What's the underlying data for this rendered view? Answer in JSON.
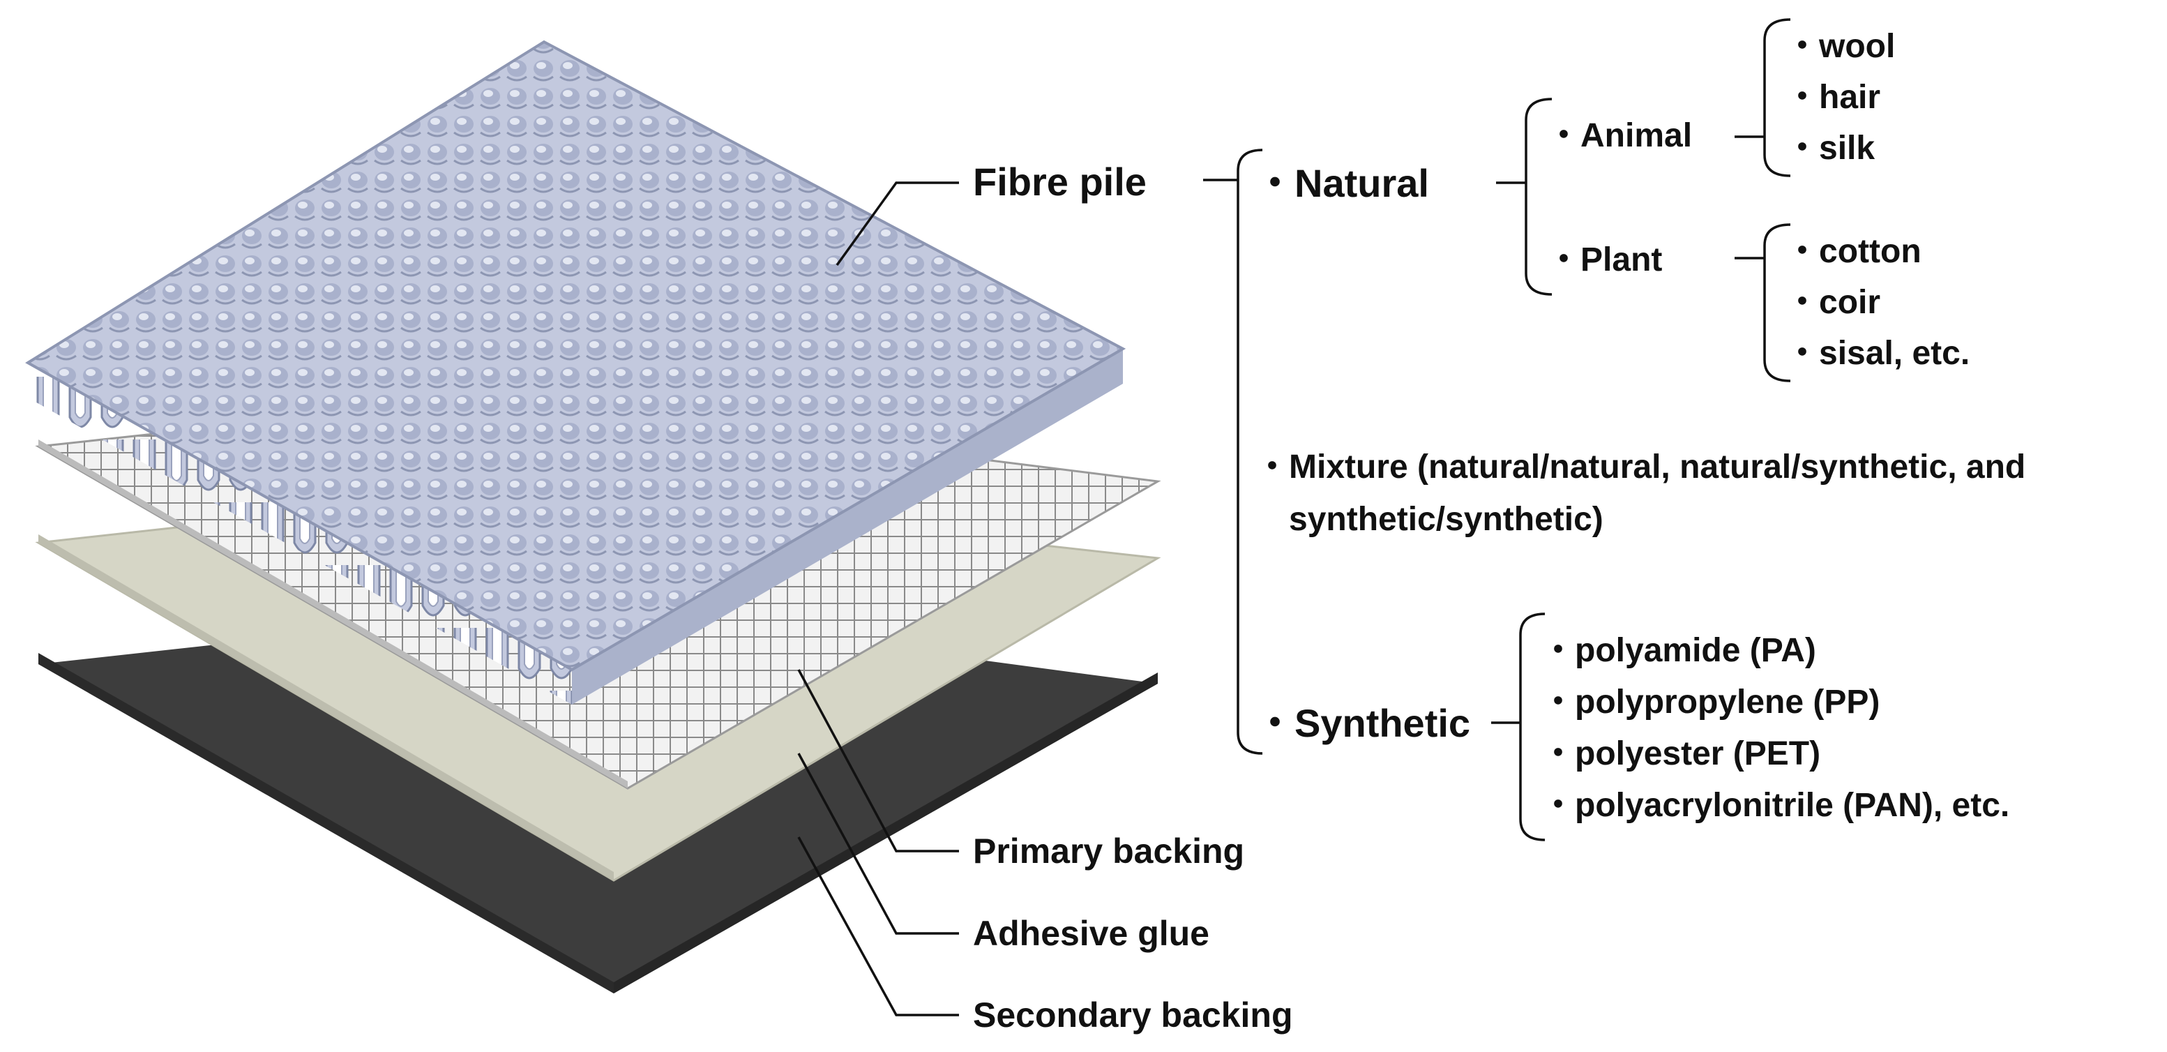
{
  "layers": {
    "fibre_pile": "Fibre pile",
    "primary_backing": "Primary backing",
    "adhesive_glue": "Adhesive glue",
    "secondary_backing": "Secondary backing"
  },
  "bullet": "・",
  "natural": {
    "label": "Natural",
    "animal": {
      "label": "Animal",
      "items": [
        "wool",
        "hair",
        "silk"
      ]
    },
    "plant": {
      "label": "Plant",
      "items": [
        "cotton",
        "coir",
        "sisal, etc."
      ]
    }
  },
  "mixture": {
    "line1": "Mixture (natural/natural, natural/synthetic, and",
    "line2": "synthetic/synthetic)"
  },
  "synthetic": {
    "label": "Synthetic",
    "items": [
      "polyamide (PA)",
      "polypropylene (PP)",
      "polyester (PET)",
      "polyacrylonitrile (PAN), etc."
    ]
  },
  "colors": {
    "pile": "#b9c0d6",
    "pile_dark": "#8d96b2",
    "primary": "#d8d8d8",
    "adhesive": "#d4d4c4",
    "secondary": "#3d3d3d"
  }
}
